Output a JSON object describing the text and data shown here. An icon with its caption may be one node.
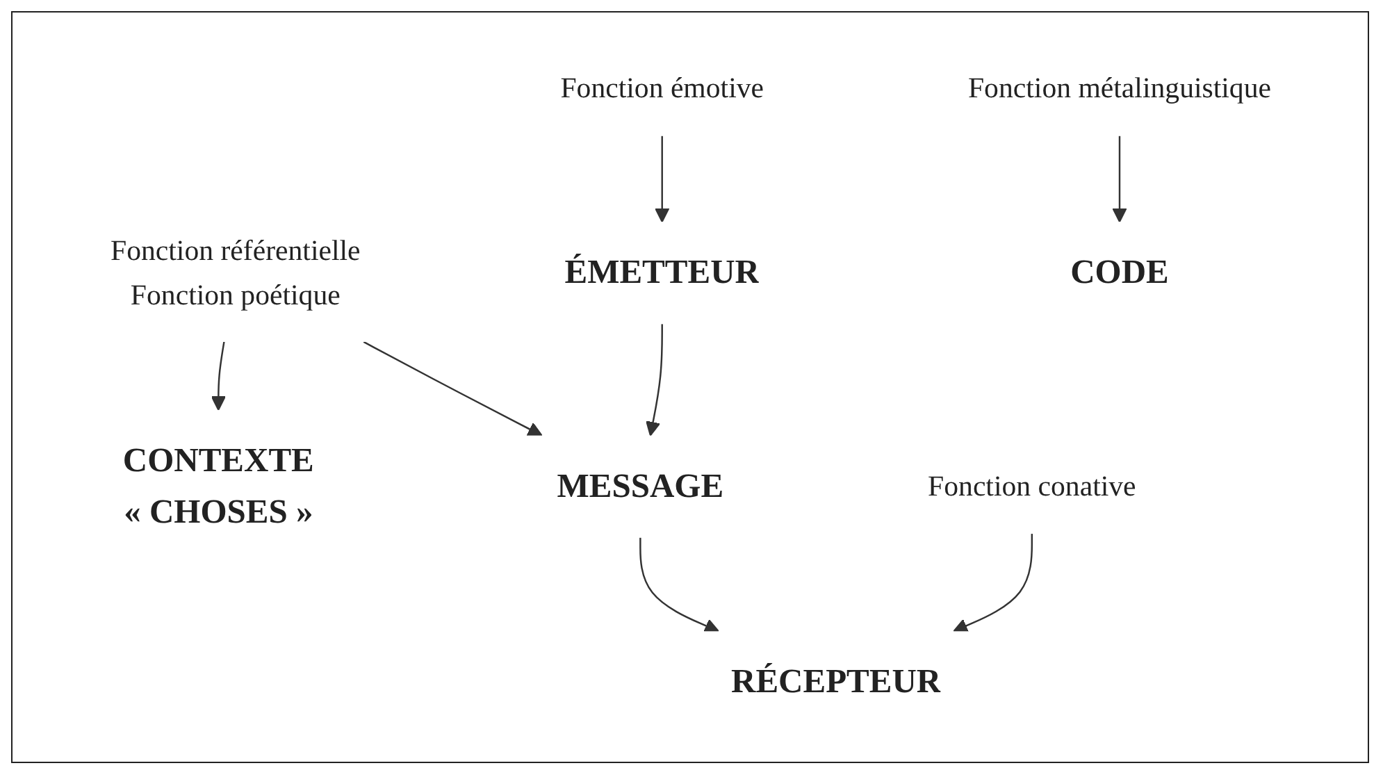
{
  "diagram": {
    "nodes": [
      {
        "text": [
          "CONTEXTE",
          "« CHOSES »"
        ]
      },
      {
        "text": [
          "Fonction référentielle",
          "Fonction poétique"
        ]
      },
      {
        "text": [
          "ÉMETTEUR"
        ]
      },
      {
        "text": [
          "Fonction émotive"
        ]
      },
      {
        "text": [
          "MESSAGE"
        ]
      },
      {
        "text": [
          "RÉCEPTEUR"
        ]
      },
      {
        "text": [
          "Fonction métalinguistique"
        ]
      },
      {
        "text": [
          "Fonction conative"
        ]
      },
      {
        "text": [
          "CODE"
        ]
      }
    ],
    "edges": [
      {
        "from": 1,
        "to": 0,
        "arrow": "to"
      },
      {
        "from": 1,
        "to": 4,
        "arrow": "to"
      },
      {
        "from": 3,
        "to": 2,
        "arrow": "to"
      },
      {
        "from": 2,
        "to": 4,
        "arrow": "to"
      },
      {
        "from": 4,
        "to": 5,
        "arrow": "to"
      },
      {
        "from": 7,
        "to": 5,
        "arrow": "to"
      },
      {
        "from": 6,
        "to": 8,
        "arrow": "to"
      }
    ]
  }
}
